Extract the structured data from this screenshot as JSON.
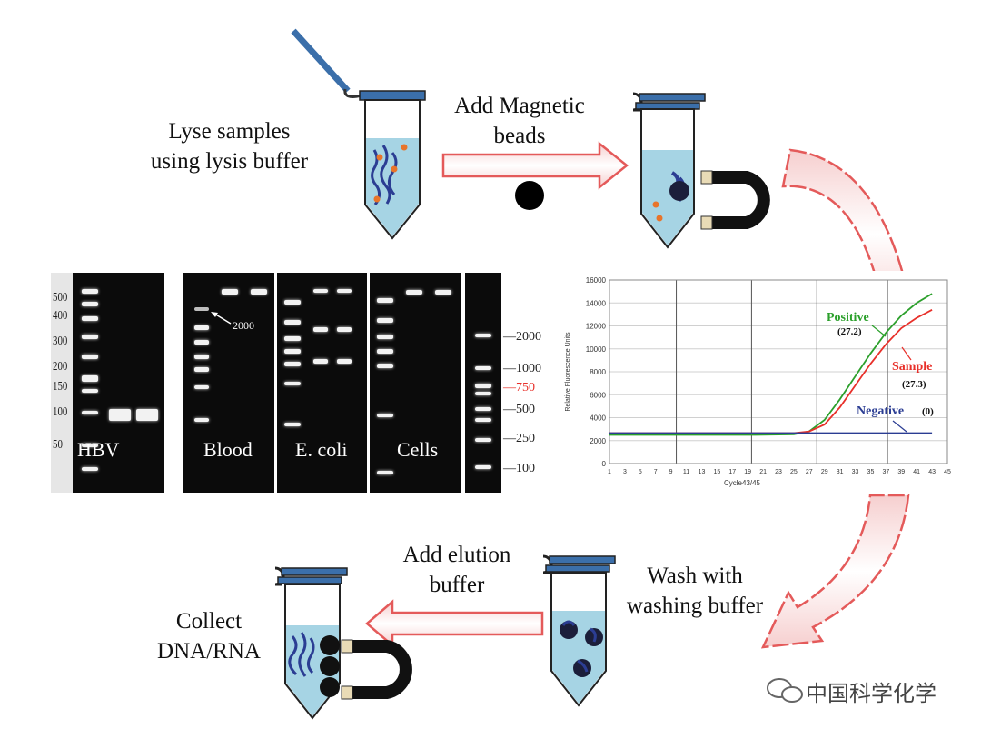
{
  "steps": {
    "lyse": "Lyse samples\nusing lysis buffer",
    "add_beads": "Add Magnetic\nbeads",
    "wash": "Wash with\nwashing buffer",
    "add_elution": "Add elution\nbuffer",
    "collect": "Collect\nDNA/RNA"
  },
  "gels": {
    "panels": [
      "HBV",
      "Blood",
      "E. coli",
      "Cells"
    ],
    "left_ladder": [
      "500",
      "400",
      "300",
      "200",
      "150",
      "100",
      "50"
    ],
    "blood_marker": "2000",
    "right_ladder": [
      "2000",
      "1000",
      "750",
      "500",
      "250",
      "100"
    ]
  },
  "chart_data": {
    "type": "line",
    "title": "",
    "xlabel": "Cycle43/45",
    "ylabel": "Relative Fluorescence Units",
    "ylim": [
      0,
      16000
    ],
    "yticks": [
      0,
      2000,
      4000,
      6000,
      8000,
      10000,
      12000,
      14000,
      16000
    ],
    "xticks": [
      1,
      3,
      5,
      7,
      9,
      11,
      13,
      15,
      17,
      19,
      21,
      23,
      25,
      27,
      29,
      31,
      33,
      35,
      37,
      39,
      41,
      43,
      45
    ],
    "series": [
      {
        "name": "Positive",
        "color": "#2ca02c",
        "x": [
          1,
          20,
          25,
          27,
          29,
          31,
          33,
          35,
          37,
          39,
          41,
          43
        ],
        "values": [
          2500,
          2500,
          2550,
          2800,
          3800,
          5600,
          7600,
          9600,
          11400,
          12900,
          14000,
          14800
        ]
      },
      {
        "name": "Sample",
        "color": "#e8302a",
        "x": [
          1,
          20,
          25,
          27,
          29,
          31,
          33,
          35,
          37,
          39,
          41,
          43
        ],
        "values": [
          2650,
          2650,
          2650,
          2800,
          3400,
          4900,
          6800,
          8700,
          10400,
          11800,
          12700,
          13400
        ]
      },
      {
        "name": "Negative",
        "color": "#2b3d93",
        "x": [
          1,
          43
        ],
        "values": [
          2650,
          2650
        ]
      }
    ],
    "annotations": [
      {
        "series": "Positive",
        "text": "Positive",
        "value": "(27.2)"
      },
      {
        "series": "Sample",
        "text": "Sample",
        "value": "(27.3)"
      },
      {
        "series": "Negative",
        "text": "Negative",
        "value": "(0)"
      }
    ]
  },
  "watermark": "中国科学化学",
  "colors": {
    "liquid": "#a6d4e4",
    "cap": "#3b6faa",
    "arrow": "#e45a5a",
    "magnet": "#111111"
  }
}
